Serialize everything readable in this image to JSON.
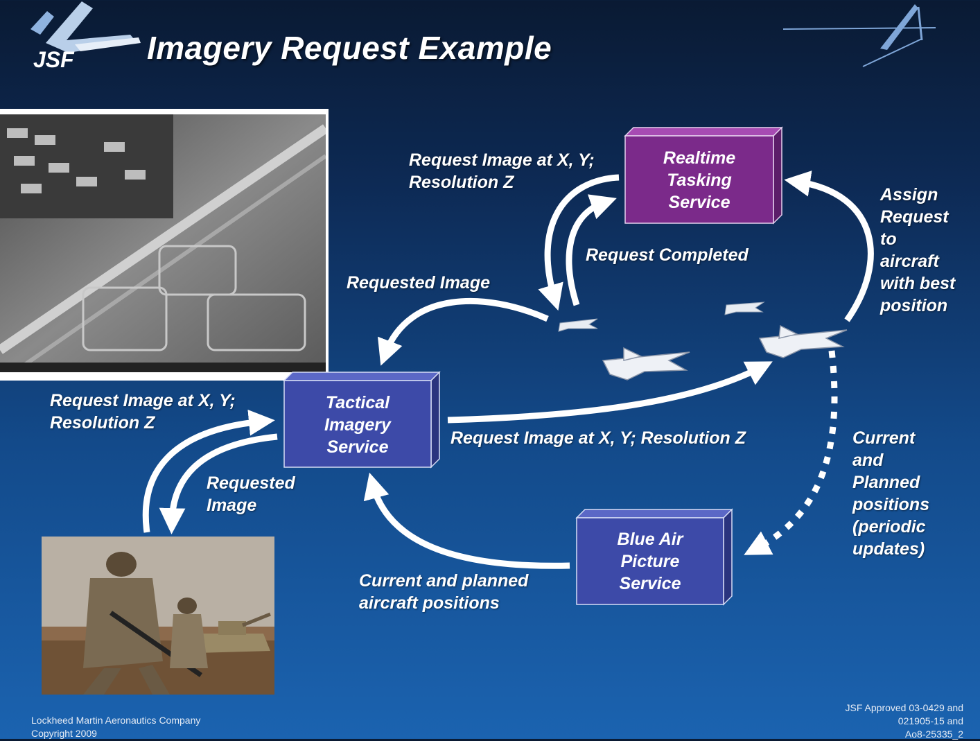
{
  "logo": {
    "text": "JSF"
  },
  "header": {
    "title": "Imagery Request Example"
  },
  "nodes": {
    "rts": {
      "label": "Realtime\nTasking\nService",
      "color": "#7b2a8a"
    },
    "tis": {
      "label": "Tactical\nImagery\nService",
      "color": "#3d4aa8"
    },
    "bap": {
      "label": "Blue Air\nPicture\nService",
      "color": "#3d4aa8"
    }
  },
  "edges": {
    "req_to_rts": "Request Image at X, Y;\nResolution Z",
    "request_completed": "Request Completed",
    "requested_image_top": "Requested Image",
    "assign_request": "Assign\nRequest\nto\naircraft\nwith best\nposition",
    "req_to_tis": "Request Image at X, Y;\nResolution Z",
    "requested_image_bottom": "Requested\nImage",
    "req_to_aircraft": "Request Image at X, Y;  Resolution Z",
    "current_planned": "Current\nand\nPlanned\npositions\n(periodic\nupdates)",
    "current_positions": "Current and planned\naircraft positions"
  },
  "footer": {
    "left": "Lockheed Martin Aeronautics Company\nCopyright  2009",
    "right": "JSF Approved 03-0429 and\n021905-15 and\nAo8-25335_2"
  },
  "colors": {
    "arrow": "#ffffff",
    "accent": "#8fb3e0"
  }
}
